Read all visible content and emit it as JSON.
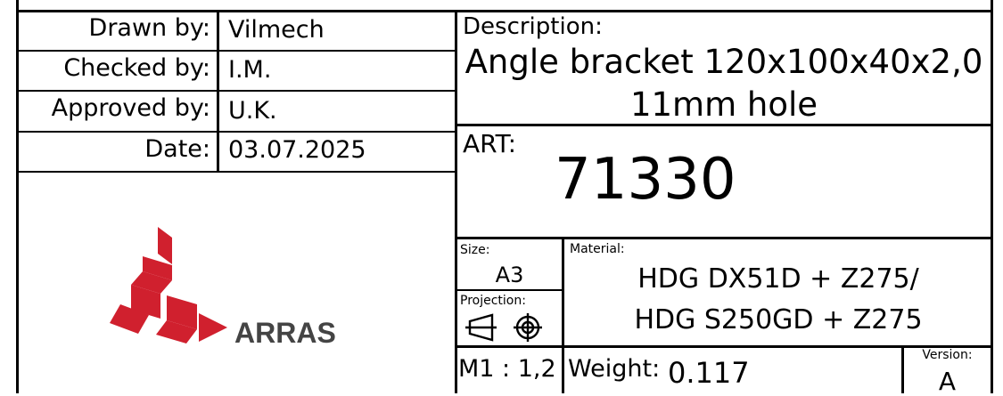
{
  "signatures": [
    {
      "label": "Drawn by:",
      "value": "Vilmech"
    },
    {
      "label": "Checked by:",
      "value": "I.M."
    },
    {
      "label": "Approved by:",
      "value": "U.K."
    },
    {
      "label": "Date:",
      "value": "03.07.2025"
    }
  ],
  "logo": {
    "name": "ARRAS",
    "color": "#d0202e"
  },
  "description": {
    "label": "Description:",
    "line1": "Angle bracket 120x100x40x2,0",
    "line2": "11mm hole"
  },
  "art": {
    "label": "ART:",
    "value": "71330"
  },
  "size": {
    "label": "Size:",
    "value": "A3"
  },
  "projection": {
    "label": "Projection:"
  },
  "material": {
    "label": "Material:",
    "line1": "HDG DX51D + Z275/",
    "line2": "HDG S250GD + Z275"
  },
  "scale": {
    "value": "M1 : 1,2"
  },
  "weight": {
    "label": "Weight:",
    "value": "0.117"
  },
  "version": {
    "label": "Version:",
    "value": "A"
  }
}
